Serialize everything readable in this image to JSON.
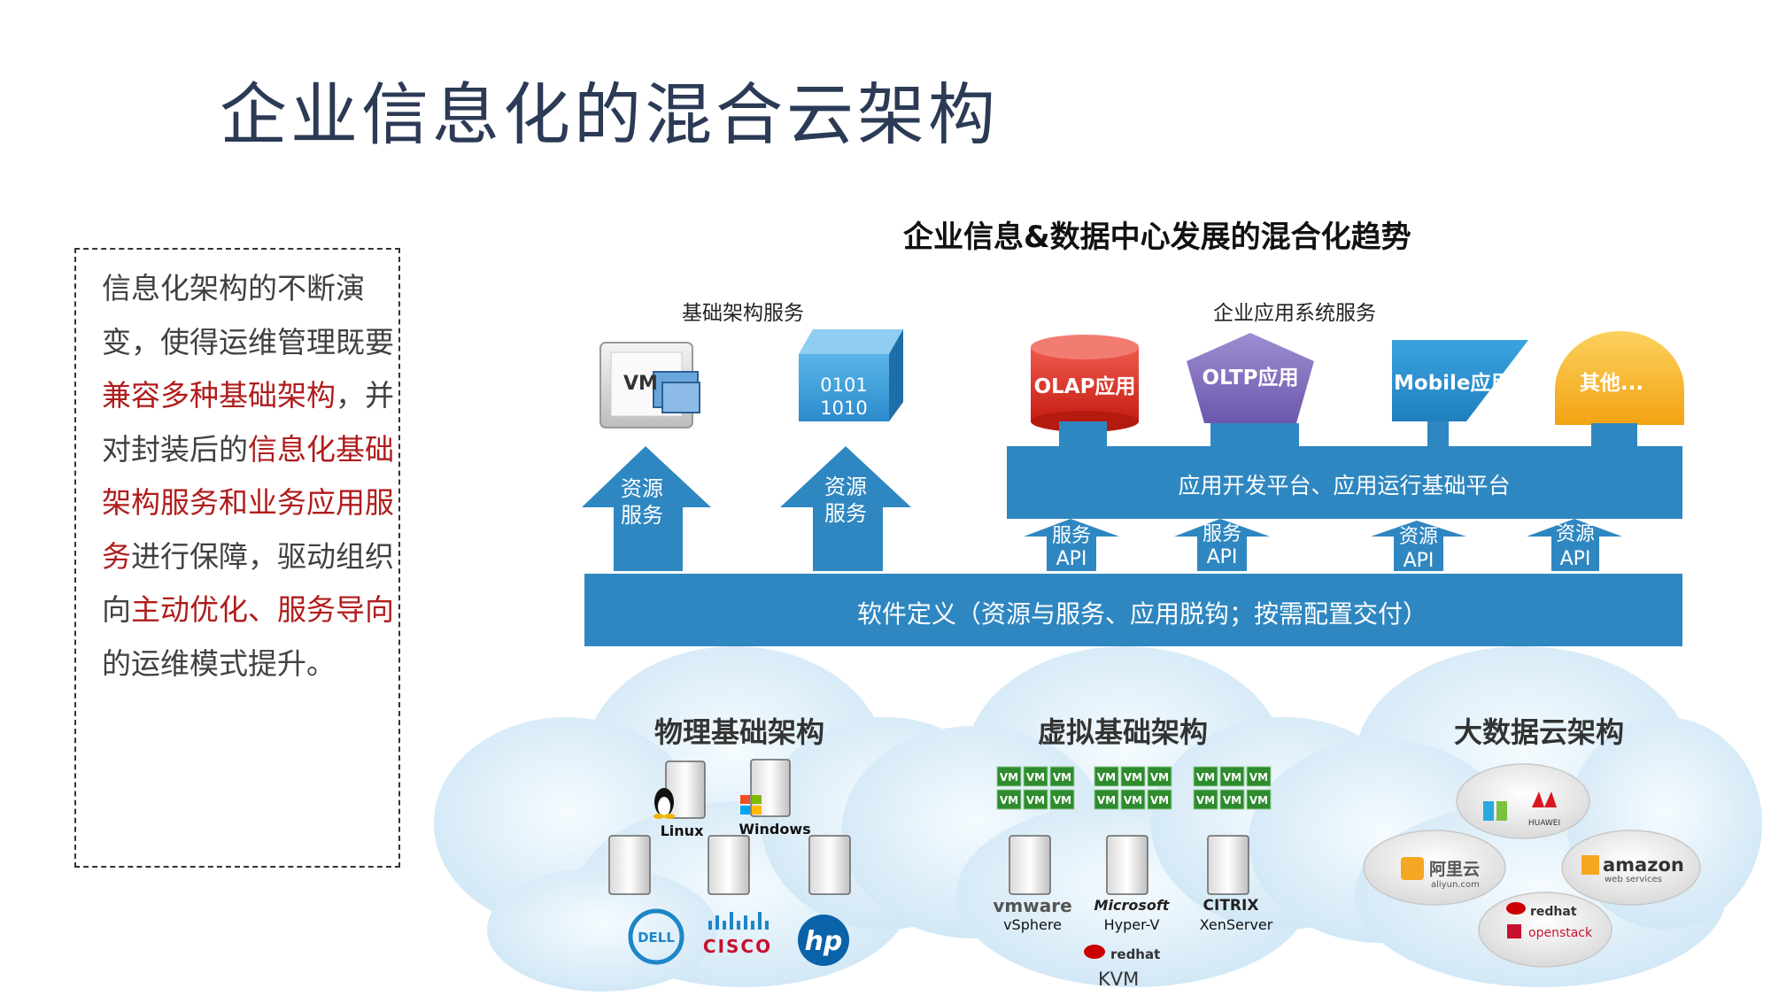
{
  "title": "企业信息化的混合云架构",
  "description": {
    "s1": "信息化架构的不断演变，使得运维管理既要",
    "h1": "兼容多种基础架构",
    "s2": "，并对封装后的",
    "h2": "信息化基础架构服务和业务应用服务",
    "s3": "进行保障，驱动组织向",
    "h3": "主动优化、服务导向",
    "s4": "的运维模式提升。"
  },
  "diagram": {
    "title": "企业信息&数据中心发展的混合化趋势",
    "infra_caption": "基础架构服务",
    "app_caption": "企业应用系统服务",
    "vm_label": "VM",
    "bits_label_1": "0101",
    "bits_label_2": "1010",
    "apps": [
      "OLAP应用",
      "OLTP应用",
      "Mobile应用",
      "其他..."
    ],
    "arrow_big_1": [
      "资源",
      "服务"
    ],
    "arrow_big_2": [
      "资源",
      "服务"
    ],
    "arrow_small": [
      [
        "服务",
        "API"
      ],
      [
        "服务",
        "API"
      ],
      [
        "资源",
        "API"
      ],
      [
        "资源",
        "API"
      ]
    ],
    "platform_bar": "应用开发平台、应用运行基础平台",
    "software_bar": "软件定义（资源与服务、应用脱钩；按需配置交付）",
    "cloud_physical": {
      "title": "物理基础架构",
      "os": [
        "Linux",
        "Windows"
      ],
      "vendors": [
        "DELL",
        "CISCO",
        "hp"
      ]
    },
    "cloud_virtual": {
      "title": "虚拟基础架构",
      "vm_chip": "VM",
      "platforms": [
        {
          "brand": "vmware",
          "name": "vSphere"
        },
        {
          "brand": "Microsoft",
          "name": "Hyper-V"
        },
        {
          "brand": "CITRIX",
          "name": "XenServer"
        }
      ],
      "kvm": {
        "brand": "redhat",
        "name": "KVM"
      }
    },
    "cloud_bigdata": {
      "title": "大数据云架构",
      "providers": [
        "HUAWEI",
        "阿里云",
        "aliyun.com",
        "amazon",
        "web services",
        "redhat",
        "openstack"
      ]
    }
  },
  "colors": {
    "blue": "#2f87c1",
    "highlight_red": "#b01c1c",
    "title_navy": "#2b3a55",
    "cloud": "#d5ebf7"
  }
}
